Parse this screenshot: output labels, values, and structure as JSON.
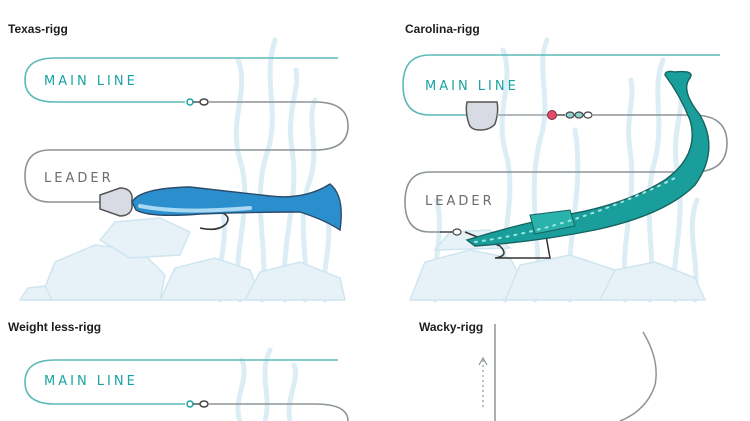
{
  "colors": {
    "teal": "#1aa3a3",
    "gray": "#6c6c6c",
    "line": "#9aa3a8",
    "weed": "#dcedf5",
    "rock": "#e6f2f8",
    "lure_blue": "#1c86c6",
    "worm_teal": "#1a9e9b"
  },
  "panels": {
    "texas": {
      "title": "Texas-rigg",
      "main_line": "MAIN LINE",
      "leader": "LEADER"
    },
    "carolina": {
      "title": "Carolina-rigg",
      "main_line": "MAIN LINE",
      "leader": "LEADER"
    },
    "weightless": {
      "title": "Weight less-rigg",
      "main_line": "MAIN LINE"
    },
    "wacky": {
      "title": "Wacky-rigg"
    }
  }
}
